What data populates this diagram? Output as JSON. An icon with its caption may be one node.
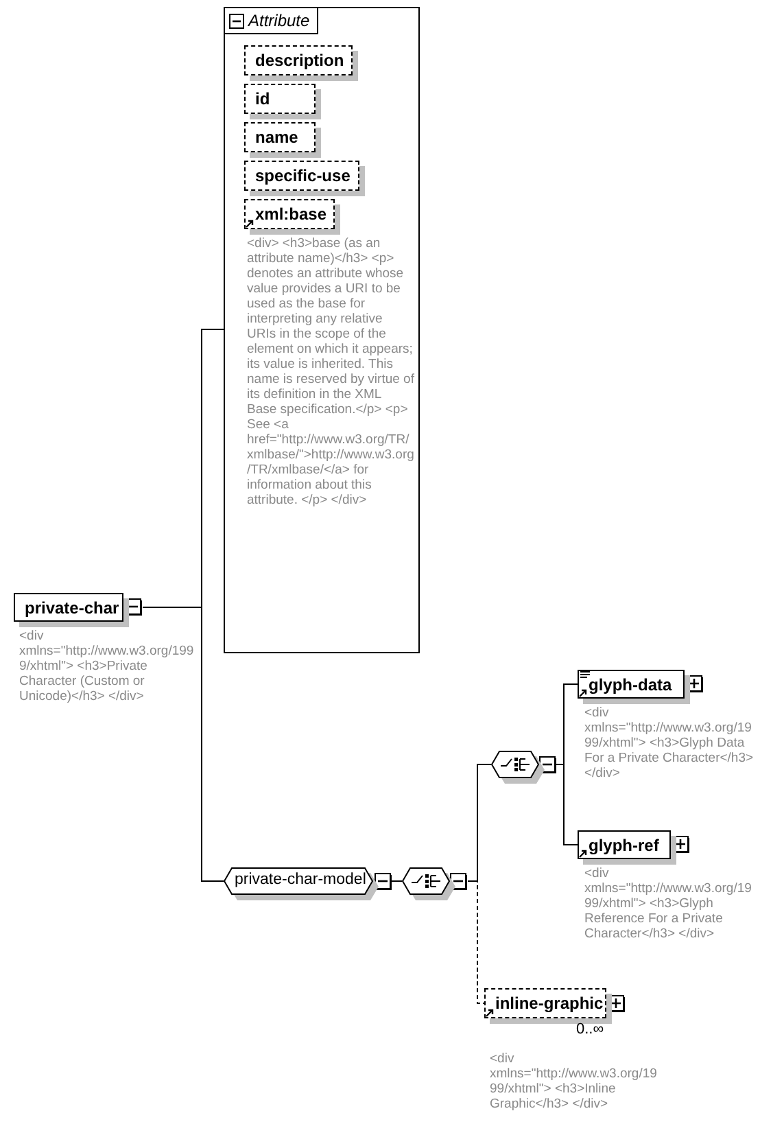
{
  "diagram": {
    "nodes": [
      {
        "text": [
          "private-char"
        ],
        "beside": [
          "<div xmlns=\"http://www.w3.org/1999/xhtml\"> <h3>Private Character (Custom or Unicode)</h3> </div>"
        ]
      },
      {
        "text": [
          "Attribute"
        ]
      },
      {
        "text": [
          "description"
        ],
        "in": 1
      },
      {
        "text": [
          "id"
        ],
        "in": 1
      },
      {
        "text": [
          "name"
        ],
        "in": 1
      },
      {
        "text": [
          "specific-use"
        ],
        "in": 1
      },
      {
        "text": [
          "xml:base"
        ],
        "in": 1,
        "beside": [
          "<div> <h3>base (as an attribute name)</h3> <p> denotes an attribute whose value provides a URI to be used as the base for interpreting any relative URIs in the scope of the element on which it appears; its value is inherited. This name is reserved by virtue of its definition in the XML Base specification.</p> <p> See <a href=\"http://www.w3.org/TR/xmlbase/\">http://www.w3.org/TR/xmlbase/</a> for information about this attribute. </p> </div>"
        ]
      },
      {
        "text": [
          "private-char-model"
        ]
      },
      {
        "text": [],
        "shape": "octagon"
      },
      {
        "text": [],
        "shape": "octagon"
      },
      {
        "text": [
          "glyph-data"
        ],
        "beside": [
          "<div xmlns=\"http://www.w3.org/1999/xhtml\"> <h3>Glyph Data For a Private Character</h3> </div>"
        ]
      },
      {
        "text": [
          "glyph-ref"
        ],
        "beside": [
          "<div xmlns=\"http://www.w3.org/1999/xhtml\"> <h3>Glyph Reference For a Private Character</h3> </div>"
        ]
      },
      {
        "text": [
          "inline-graphic"
        ],
        "beside": [
          "0..∞",
          "<div xmlns=\"http://www.w3.org/1999/xhtml\"> <h3>Inline Graphic</h3> </div>"
        ]
      }
    ],
    "edges": [
      {
        "from": 0,
        "to": 1,
        "arrow": "none"
      },
      {
        "from": 0,
        "to": 7,
        "arrow": "none"
      },
      {
        "from": 7,
        "to": 8,
        "arrow": "none"
      },
      {
        "from": 8,
        "to": 9,
        "arrow": "none"
      },
      {
        "from": 9,
        "to": 10,
        "arrow": "none"
      },
      {
        "from": 9,
        "to": 11,
        "arrow": "none"
      },
      {
        "from": 8,
        "to": 12,
        "arrow": "none",
        "style": "dashed"
      }
    ]
  }
}
